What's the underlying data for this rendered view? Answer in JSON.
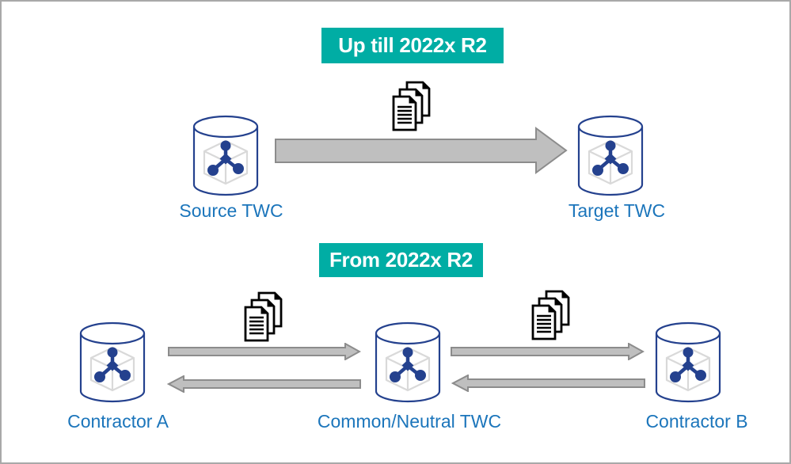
{
  "colors": {
    "teal": "#00ADA4",
    "label_blue": "#1B75BB",
    "db_navy": "#24418E",
    "cube_gray": "#D9D9D9",
    "arrow_fill": "#BFBFBF",
    "arrow_stroke": "#8C8C8C",
    "doc_black": "#000000",
    "border_gray": "#A9A9A9"
  },
  "top_section": {
    "header_label": "Up till 2022x R2",
    "source": {
      "label": "Source TWC"
    },
    "target": {
      "label": "Target TWC"
    }
  },
  "bottom_section": {
    "header_label": "From 2022x R2",
    "contractor_a": {
      "label": "Contractor A"
    },
    "common": {
      "label": "Common/Neutral TWC"
    },
    "contractor_b": {
      "label": "Contractor B"
    }
  },
  "icons": {
    "database": "teamwork-cloud-database-icon",
    "documents": "documents-stack-icon",
    "arrow_right": "block-arrow-right",
    "arrow_left": "block-arrow-left"
  }
}
